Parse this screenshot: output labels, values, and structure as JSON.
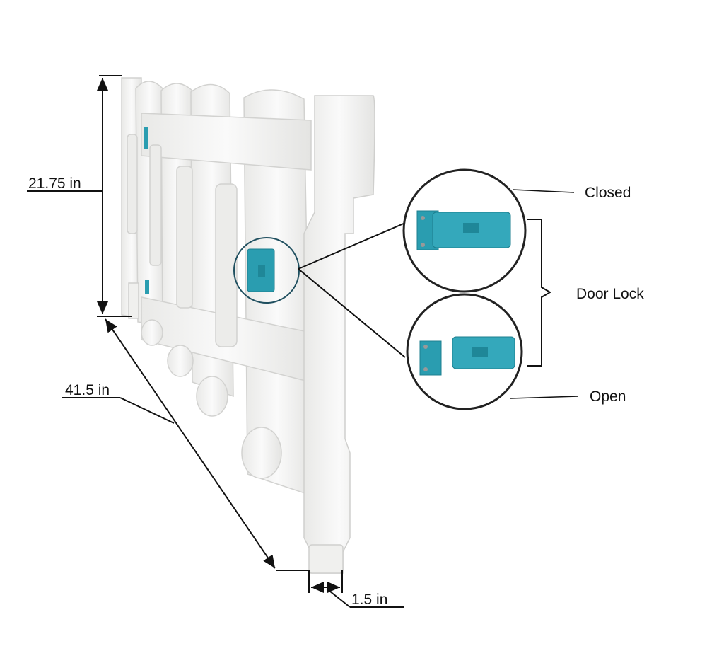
{
  "dimensions": {
    "height": "21.75 in",
    "length": "41.5 in",
    "post_width": "1.5 in"
  },
  "callouts": {
    "closed": "Closed",
    "door_lock": "Door Lock",
    "open": "Open"
  },
  "colors": {
    "lock_teal": "#2a9db0",
    "fence_white": "#f3f3f1",
    "line": "#111111"
  }
}
